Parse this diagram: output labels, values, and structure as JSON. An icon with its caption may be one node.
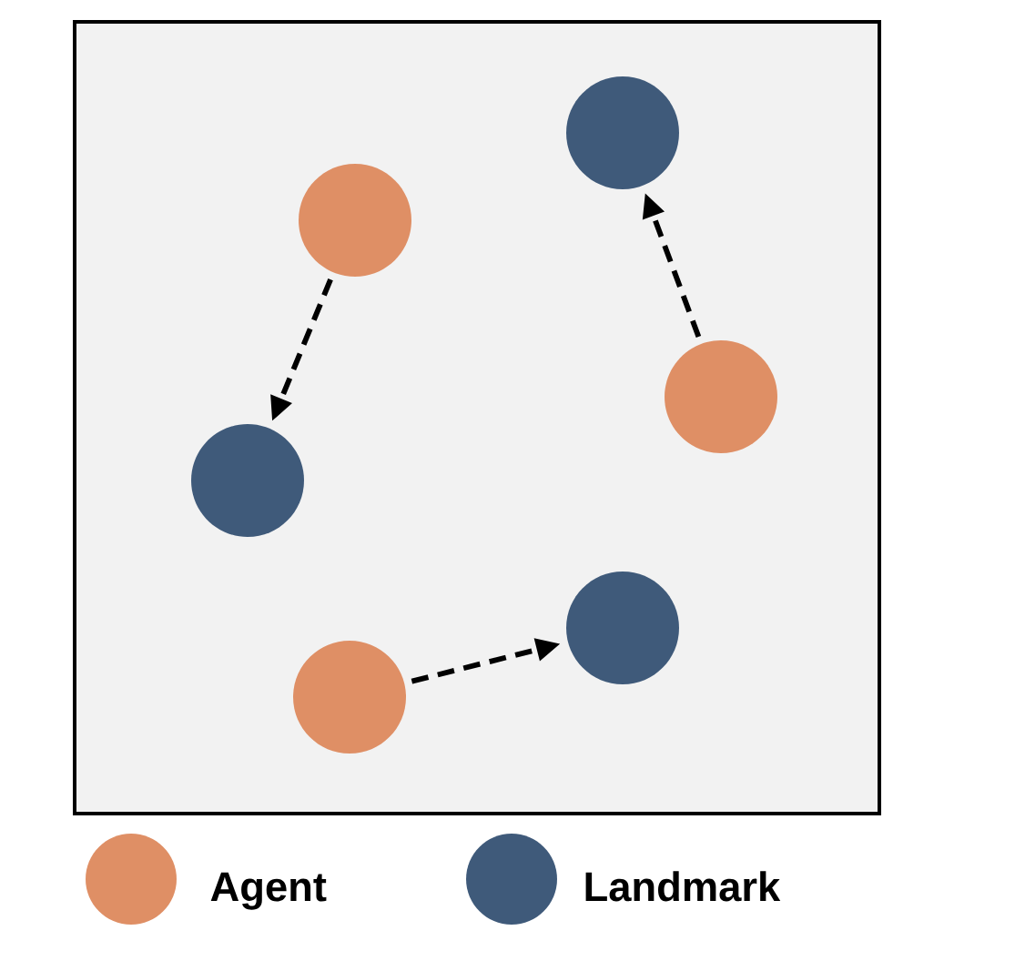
{
  "diagram": {
    "nodes": [
      {
        "text": [],
        "shape": "circle"
      },
      {
        "text": [],
        "shape": "circle"
      },
      {
        "text": [],
        "shape": "circle"
      },
      {
        "text": [],
        "shape": "circle"
      },
      {
        "text": [],
        "shape": "circle"
      },
      {
        "text": [],
        "shape": "circle"
      }
    ],
    "edges": [
      {
        "from": 1,
        "to": 3,
        "arrow": "to",
        "style": "dashed"
      },
      {
        "from": 2,
        "to": 0,
        "arrow": "to",
        "style": "dashed"
      },
      {
        "from": 5,
        "to": 4,
        "arrow": "to",
        "style": "dashed"
      }
    ],
    "legend": [
      {
        "text": "Agent",
        "color": "#df8f65"
      },
      {
        "text": "Landmark",
        "color": "#3f5a7a"
      }
    ]
  }
}
